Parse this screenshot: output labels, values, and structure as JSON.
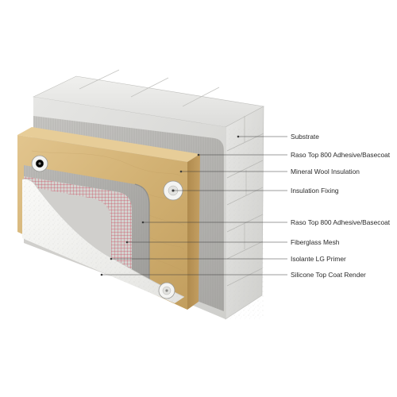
{
  "diagram": {
    "layers": [
      {
        "label": "Substrate"
      },
      {
        "label": "Raso Top 800 Adhesive/Basecoat"
      },
      {
        "label": "Mineral Wool Insulation"
      },
      {
        "label": "Insulation Fixing"
      },
      {
        "label": "Raso Top 800 Adhesive/Basecoat"
      },
      {
        "label": "Fiberglass Mesh"
      },
      {
        "label": "Isolante LG Primer"
      },
      {
        "label": "Silicone Top Coat Render"
      }
    ],
    "colors": {
      "substrate": "#d9d9d7",
      "basecoat": "#b9b8b5",
      "insulation": "#d4b57a",
      "mesh": "#c8334a",
      "primer": "#e3e3e1",
      "render": "#f3f3f1"
    }
  }
}
